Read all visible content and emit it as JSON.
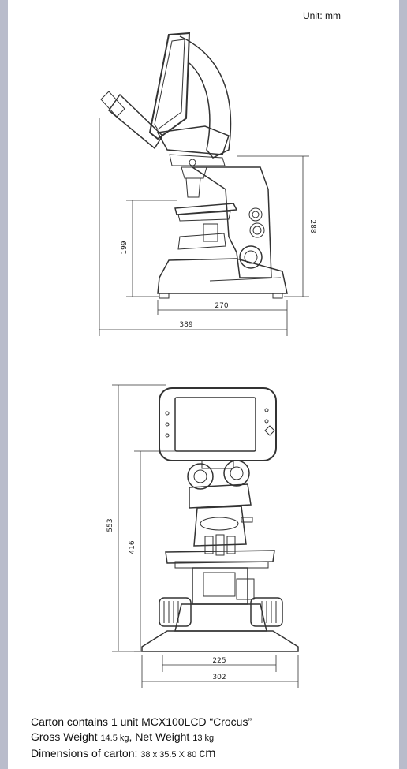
{
  "unit_label": "Unit: mm",
  "side_view": {
    "dim_height_overall": "288",
    "dim_stage_height": "199",
    "dim_base_depth": "270",
    "dim_overall_depth": "389"
  },
  "front_view": {
    "dim_height_overall": "553",
    "dim_height_eyepiece": "416",
    "dim_base_width": "225",
    "dim_overall_width": "302"
  },
  "footer": {
    "line1": "Carton contains 1 unit MCX100LCD “Crocus”",
    "line2_prefix": "Gross Weight ",
    "gross_value": "14.5",
    "gross_unit": " kg",
    "line2_mid": ", Net Weight ",
    "net_value": "13",
    "net_unit": " kg",
    "line3_prefix": "Dimensions of carton: ",
    "carton_dims": "38 x 35.5 X 80 ",
    "carton_unit": "cm"
  }
}
